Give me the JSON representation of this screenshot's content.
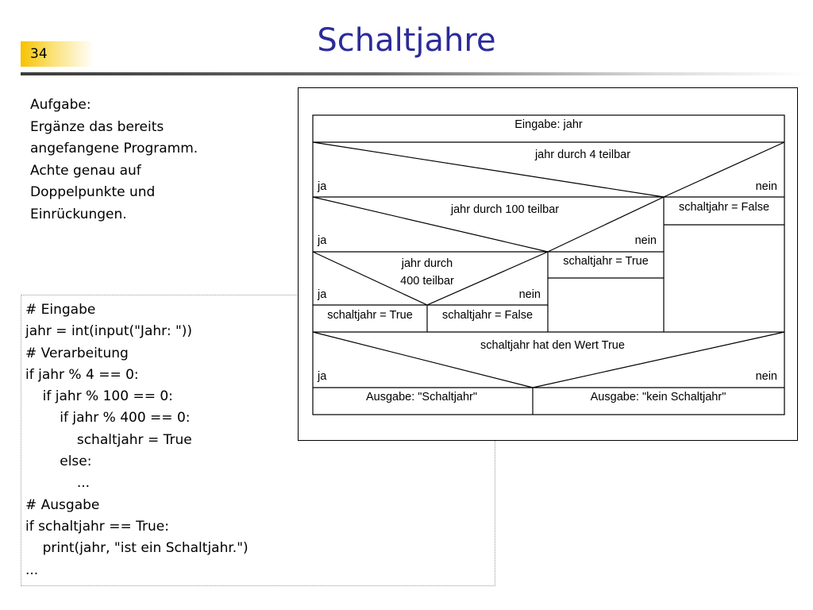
{
  "slide": {
    "number": "34",
    "title": "Schaltjahre"
  },
  "task": {
    "lines": [
      "Aufgabe:",
      "Ergänze das bereits",
      "angefangene Programm.",
      "Achte genau auf",
      "Doppelpunkte und",
      "Einrückungen."
    ]
  },
  "code": {
    "lines": [
      "# Eingabe",
      "jahr = int(input(\"Jahr: \"))",
      "# Verarbeitung",
      "if jahr % 4 == 0:",
      "    if jahr % 100 == 0:",
      "        if jahr % 400 == 0:",
      "            schaltjahr = True",
      "        else:",
      "            ...",
      "# Ausgabe",
      "if schaltjahr == True:",
      "    print(jahr, \"ist ein Schaltjahr.\")",
      "..."
    ]
  },
  "diagram": {
    "input": "Eingabe: jahr",
    "cond4": "jahr durch 4 teilbar",
    "cond100": "jahr durch 100 teilbar",
    "cond400_line1": "jahr durch",
    "cond400_line2": "400 teilbar",
    "yes": "ja",
    "no": "nein",
    "set_false_4": "schaltjahr = False",
    "set_true_100": "schaltjahr = True",
    "set_true_400": "schaltjahr = True",
    "set_false_400": "schaltjahr = False",
    "cond_output": "schaltjahr hat den Wert True",
    "output_yes": "Ausgabe: \"Schaltjahr\"",
    "output_no": "Ausgabe: \"kein Schaltjahr\""
  }
}
